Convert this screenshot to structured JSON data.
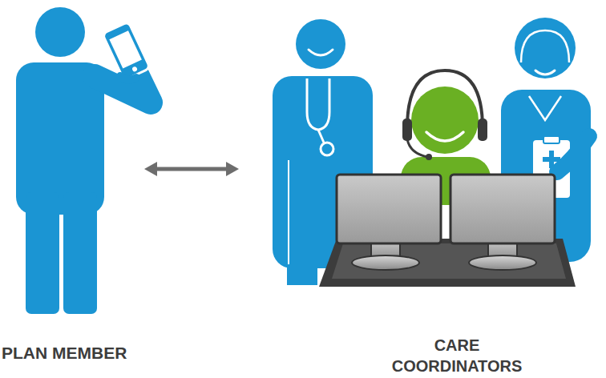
{
  "diagram": {
    "nodes": [
      {
        "text": [
          "PLAN MEMBER"
        ]
      },
      {
        "text": [
          "CARE COORDINATORS"
        ]
      }
    ],
    "edges": [
      {
        "from": 0,
        "to": 1,
        "arrow": "both"
      }
    ]
  }
}
